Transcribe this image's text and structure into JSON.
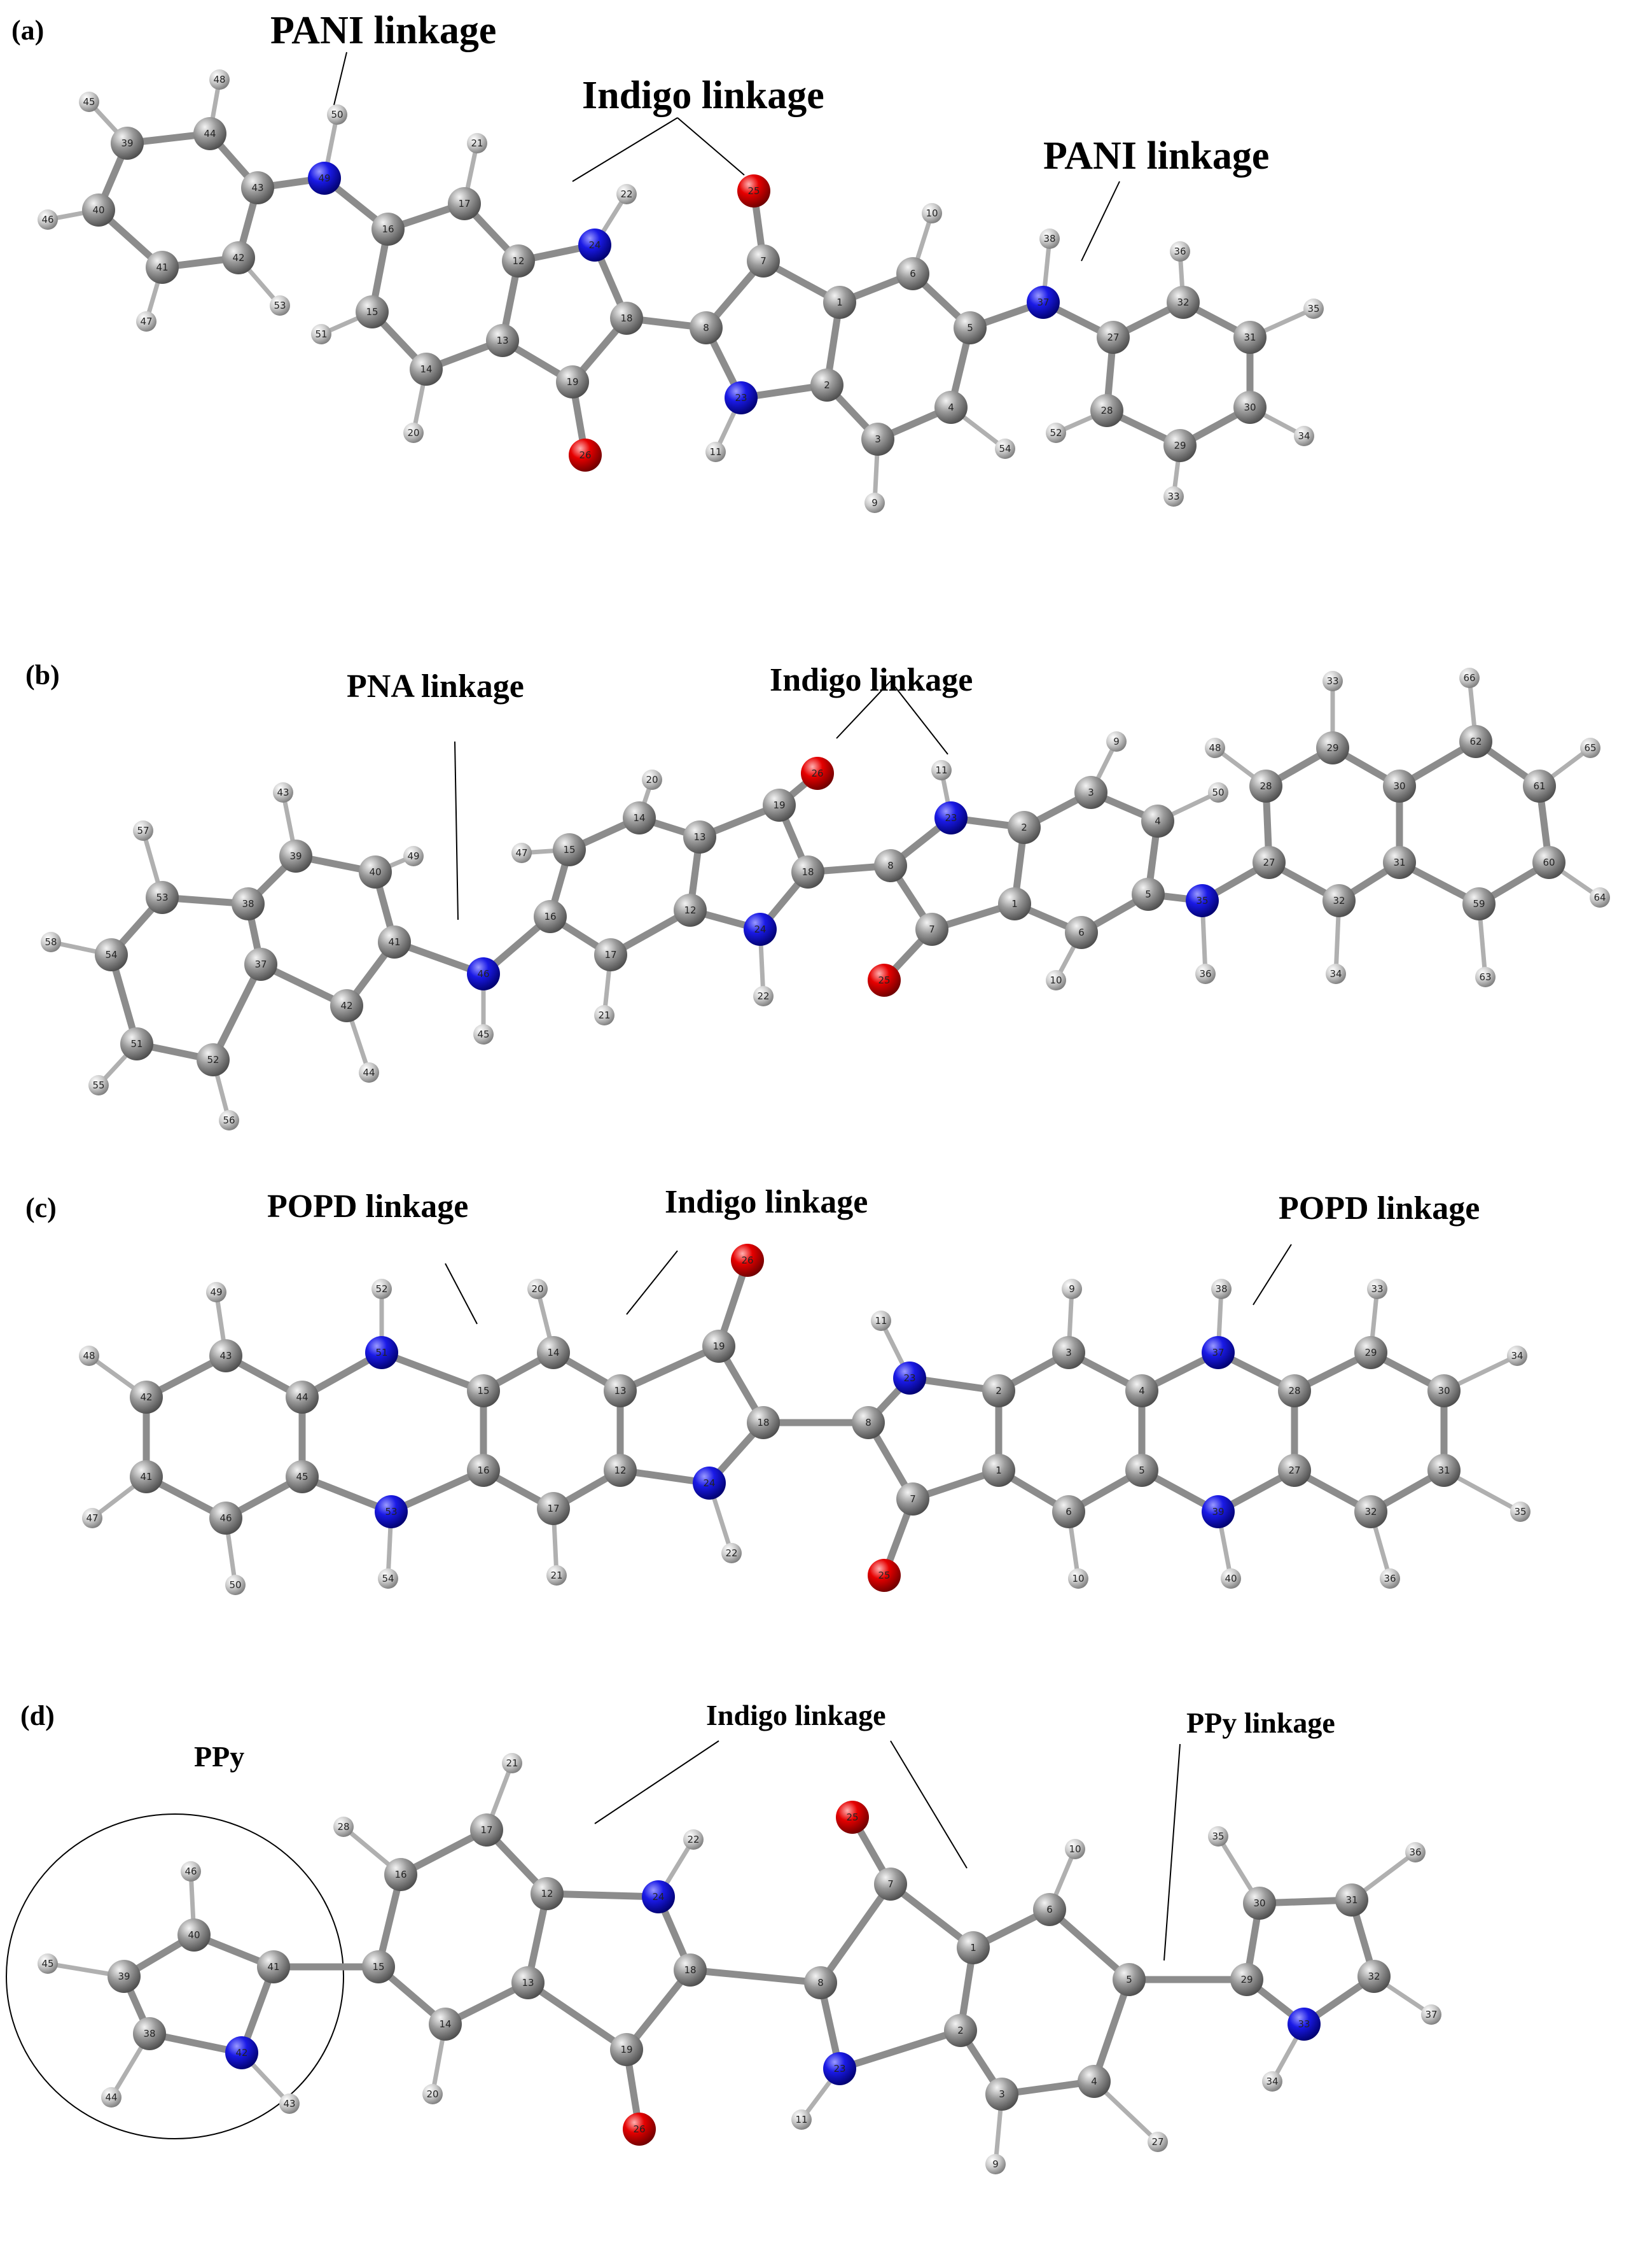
{
  "colors": {
    "carbon": "#8a8a8a",
    "hydrogen": "#c8c8c8",
    "nitrogen": "#1010e0",
    "oxygen": "#e00000",
    "bond": "#909090"
  },
  "panels": [
    {
      "id": "a",
      "letter": "(a)",
      "labels": [
        "PANI linkage",
        "Indigo linkage",
        "PANI linkage"
      ],
      "atoms": [
        {
          "n": "1",
          "e": "C"
        },
        {
          "n": "2",
          "e": "C"
        },
        {
          "n": "3",
          "e": "C"
        },
        {
          "n": "4",
          "e": "C"
        },
        {
          "n": "5",
          "e": "C"
        },
        {
          "n": "6",
          "e": "C"
        },
        {
          "n": "7",
          "e": "C"
        },
        {
          "n": "8",
          "e": "C"
        },
        {
          "n": "9",
          "e": "H"
        },
        {
          "n": "10",
          "e": "H"
        },
        {
          "n": "11",
          "e": "H"
        },
        {
          "n": "12",
          "e": "C"
        },
        {
          "n": "13",
          "e": "C"
        },
        {
          "n": "14",
          "e": "C"
        },
        {
          "n": "15",
          "e": "C"
        },
        {
          "n": "16",
          "e": "C"
        },
        {
          "n": "17",
          "e": "C"
        },
        {
          "n": "18",
          "e": "C"
        },
        {
          "n": "19",
          "e": "C"
        },
        {
          "n": "20",
          "e": "H"
        },
        {
          "n": "21",
          "e": "H"
        },
        {
          "n": "22",
          "e": "H"
        },
        {
          "n": "23",
          "e": "N"
        },
        {
          "n": "24",
          "e": "N"
        },
        {
          "n": "25",
          "e": "O"
        },
        {
          "n": "26",
          "e": "O"
        },
        {
          "n": "27",
          "e": "C"
        },
        {
          "n": "28",
          "e": "C"
        },
        {
          "n": "29",
          "e": "C"
        },
        {
          "n": "30",
          "e": "C"
        },
        {
          "n": "31",
          "e": "C"
        },
        {
          "n": "32",
          "e": "C"
        },
        {
          "n": "33",
          "e": "H"
        },
        {
          "n": "34",
          "e": "H"
        },
        {
          "n": "35",
          "e": "H"
        },
        {
          "n": "36",
          "e": "H"
        },
        {
          "n": "37",
          "e": "N"
        },
        {
          "n": "38",
          "e": "H"
        },
        {
          "n": "39",
          "e": "C"
        },
        {
          "n": "40",
          "e": "C"
        },
        {
          "n": "41",
          "e": "C"
        },
        {
          "n": "42",
          "e": "C"
        },
        {
          "n": "43",
          "e": "C"
        },
        {
          "n": "44",
          "e": "C"
        },
        {
          "n": "45",
          "e": "H"
        },
        {
          "n": "46",
          "e": "H"
        },
        {
          "n": "47",
          "e": "H"
        },
        {
          "n": "48",
          "e": "H"
        },
        {
          "n": "49",
          "e": "N"
        },
        {
          "n": "50",
          "e": "H"
        },
        {
          "n": "51",
          "e": "H"
        },
        {
          "n": "52",
          "e": "H"
        },
        {
          "n": "53",
          "e": "H"
        },
        {
          "n": "54",
          "e": "H"
        }
      ]
    },
    {
      "id": "b",
      "letter": "(b)",
      "labels": [
        "PNA linkage",
        "Indigo linkage"
      ],
      "atoms": [
        {
          "n": "1",
          "e": "C"
        },
        {
          "n": "2",
          "e": "C"
        },
        {
          "n": "3",
          "e": "C"
        },
        {
          "n": "4",
          "e": "C"
        },
        {
          "n": "5",
          "e": "C"
        },
        {
          "n": "6",
          "e": "C"
        },
        {
          "n": "7",
          "e": "C"
        },
        {
          "n": "8",
          "e": "C"
        },
        {
          "n": "9",
          "e": "H"
        },
        {
          "n": "10",
          "e": "H"
        },
        {
          "n": "11",
          "e": "H"
        },
        {
          "n": "12",
          "e": "C"
        },
        {
          "n": "13",
          "e": "C"
        },
        {
          "n": "14",
          "e": "C"
        },
        {
          "n": "15",
          "e": "C"
        },
        {
          "n": "16",
          "e": "C"
        },
        {
          "n": "17",
          "e": "C"
        },
        {
          "n": "18",
          "e": "C"
        },
        {
          "n": "19",
          "e": "C"
        },
        {
          "n": "20",
          "e": "H"
        },
        {
          "n": "21",
          "e": "H"
        },
        {
          "n": "22",
          "e": "H"
        },
        {
          "n": "23",
          "e": "N"
        },
        {
          "n": "24",
          "e": "N"
        },
        {
          "n": "25",
          "e": "O"
        },
        {
          "n": "26",
          "e": "O"
        },
        {
          "n": "27",
          "e": "C"
        },
        {
          "n": "28",
          "e": "C"
        },
        {
          "n": "29",
          "e": "C"
        },
        {
          "n": "30",
          "e": "C"
        },
        {
          "n": "31",
          "e": "C"
        },
        {
          "n": "32",
          "e": "C"
        },
        {
          "n": "33",
          "e": "H"
        },
        {
          "n": "34",
          "e": "H"
        },
        {
          "n": "35",
          "e": "N"
        },
        {
          "n": "36",
          "e": "H"
        },
        {
          "n": "37",
          "e": "C"
        },
        {
          "n": "38",
          "e": "C"
        },
        {
          "n": "39",
          "e": "C"
        },
        {
          "n": "40",
          "e": "C"
        },
        {
          "n": "41",
          "e": "C"
        },
        {
          "n": "42",
          "e": "C"
        },
        {
          "n": "43",
          "e": "H"
        },
        {
          "n": "44",
          "e": "H"
        },
        {
          "n": "45",
          "e": "H"
        },
        {
          "n": "46",
          "e": "N"
        },
        {
          "n": "47",
          "e": "H"
        },
        {
          "n": "48",
          "e": "H"
        },
        {
          "n": "49",
          "e": "H"
        },
        {
          "n": "50",
          "e": "H"
        },
        {
          "n": "51",
          "e": "C"
        },
        {
          "n": "52",
          "e": "C"
        },
        {
          "n": "53",
          "e": "C"
        },
        {
          "n": "54",
          "e": "C"
        },
        {
          "n": "55",
          "e": "H"
        },
        {
          "n": "56",
          "e": "H"
        },
        {
          "n": "57",
          "e": "H"
        },
        {
          "n": "58",
          "e": "H"
        },
        {
          "n": "59",
          "e": "C"
        },
        {
          "n": "60",
          "e": "C"
        },
        {
          "n": "61",
          "e": "C"
        },
        {
          "n": "62",
          "e": "C"
        },
        {
          "n": "63",
          "e": "H"
        },
        {
          "n": "64",
          "e": "H"
        },
        {
          "n": "65",
          "e": "H"
        },
        {
          "n": "66",
          "e": "H"
        }
      ]
    },
    {
      "id": "c",
      "letter": "(c)",
      "labels": [
        "POPD linkage",
        "Indigo linkage",
        "POPD linkage"
      ],
      "atoms": [
        {
          "n": "1",
          "e": "C"
        },
        {
          "n": "2",
          "e": "C"
        },
        {
          "n": "3",
          "e": "C"
        },
        {
          "n": "4",
          "e": "C"
        },
        {
          "n": "5",
          "e": "C"
        },
        {
          "n": "6",
          "e": "C"
        },
        {
          "n": "7",
          "e": "C"
        },
        {
          "n": "8",
          "e": "C"
        },
        {
          "n": "9",
          "e": "H"
        },
        {
          "n": "10",
          "e": "H"
        },
        {
          "n": "11",
          "e": "H"
        },
        {
          "n": "12",
          "e": "C"
        },
        {
          "n": "13",
          "e": "C"
        },
        {
          "n": "14",
          "e": "C"
        },
        {
          "n": "15",
          "e": "C"
        },
        {
          "n": "16",
          "e": "C"
        },
        {
          "n": "17",
          "e": "C"
        },
        {
          "n": "18",
          "e": "C"
        },
        {
          "n": "19",
          "e": "C"
        },
        {
          "n": "20",
          "e": "H"
        },
        {
          "n": "21",
          "e": "H"
        },
        {
          "n": "22",
          "e": "H"
        },
        {
          "n": "23",
          "e": "N"
        },
        {
          "n": "24",
          "e": "N"
        },
        {
          "n": "25",
          "e": "O"
        },
        {
          "n": "26",
          "e": "O"
        },
        {
          "n": "27",
          "e": "C"
        },
        {
          "n": "28",
          "e": "C"
        },
        {
          "n": "29",
          "e": "C"
        },
        {
          "n": "30",
          "e": "C"
        },
        {
          "n": "31",
          "e": "C"
        },
        {
          "n": "32",
          "e": "C"
        },
        {
          "n": "33",
          "e": "H"
        },
        {
          "n": "34",
          "e": "H"
        },
        {
          "n": "35",
          "e": "H"
        },
        {
          "n": "36",
          "e": "H"
        },
        {
          "n": "37",
          "e": "N"
        },
        {
          "n": "38",
          "e": "H"
        },
        {
          "n": "39",
          "e": "N"
        },
        {
          "n": "40",
          "e": "H"
        },
        {
          "n": "41",
          "e": "C"
        },
        {
          "n": "42",
          "e": "C"
        },
        {
          "n": "43",
          "e": "C"
        },
        {
          "n": "44",
          "e": "C"
        },
        {
          "n": "45",
          "e": "C"
        },
        {
          "n": "46",
          "e": "C"
        },
        {
          "n": "47",
          "e": "H"
        },
        {
          "n": "48",
          "e": "H"
        },
        {
          "n": "49",
          "e": "H"
        },
        {
          "n": "50",
          "e": "H"
        },
        {
          "n": "51",
          "e": "N"
        },
        {
          "n": "52",
          "e": "H"
        },
        {
          "n": "53",
          "e": "N"
        },
        {
          "n": "54",
          "e": "H"
        }
      ]
    },
    {
      "id": "d",
      "letter": "(d)",
      "labels": [
        "PPy",
        "Indigo linkage",
        "PPy linkage"
      ],
      "atoms": [
        {
          "n": "1",
          "e": "C"
        },
        {
          "n": "2",
          "e": "C"
        },
        {
          "n": "3",
          "e": "C"
        },
        {
          "n": "4",
          "e": "C"
        },
        {
          "n": "5",
          "e": "C"
        },
        {
          "n": "6",
          "e": "C"
        },
        {
          "n": "7",
          "e": "C"
        },
        {
          "n": "8",
          "e": "C"
        },
        {
          "n": "9",
          "e": "H"
        },
        {
          "n": "10",
          "e": "H"
        },
        {
          "n": "11",
          "e": "H"
        },
        {
          "n": "12",
          "e": "C"
        },
        {
          "n": "13",
          "e": "C"
        },
        {
          "n": "14",
          "e": "C"
        },
        {
          "n": "15",
          "e": "C"
        },
        {
          "n": "16",
          "e": "C"
        },
        {
          "n": "17",
          "e": "C"
        },
        {
          "n": "18",
          "e": "C"
        },
        {
          "n": "19",
          "e": "C"
        },
        {
          "n": "20",
          "e": "H"
        },
        {
          "n": "21",
          "e": "H"
        },
        {
          "n": "22",
          "e": "H"
        },
        {
          "n": "23",
          "e": "N"
        },
        {
          "n": "24",
          "e": "N"
        },
        {
          "n": "25",
          "e": "O"
        },
        {
          "n": "26",
          "e": "O"
        },
        {
          "n": "27",
          "e": "H"
        },
        {
          "n": "28",
          "e": "H"
        },
        {
          "n": "29",
          "e": "C"
        },
        {
          "n": "30",
          "e": "C"
        },
        {
          "n": "31",
          "e": "C"
        },
        {
          "n": "32",
          "e": "C"
        },
        {
          "n": "33",
          "e": "N"
        },
        {
          "n": "34",
          "e": "H"
        },
        {
          "n": "35",
          "e": "H"
        },
        {
          "n": "36",
          "e": "H"
        },
        {
          "n": "37",
          "e": "H"
        },
        {
          "n": "38",
          "e": "C"
        },
        {
          "n": "39",
          "e": "C"
        },
        {
          "n": "40",
          "e": "C"
        },
        {
          "n": "41",
          "e": "C"
        },
        {
          "n": "42",
          "e": "N"
        },
        {
          "n": "43",
          "e": "H"
        },
        {
          "n": "44",
          "e": "H"
        },
        {
          "n": "45",
          "e": "H"
        },
        {
          "n": "46",
          "e": "H"
        }
      ]
    }
  ]
}
